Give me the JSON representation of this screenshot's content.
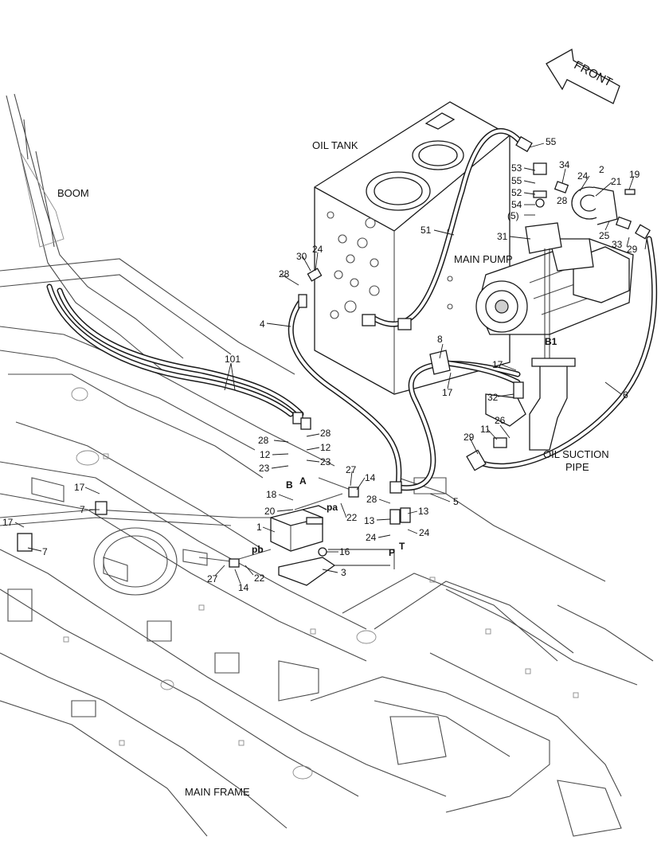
{
  "titles": {
    "oil_tank": "OIL TANK",
    "boom": "BOOM",
    "main_pump": "MAIN PUMP",
    "oil_suction_line1": "OIL SUCTION",
    "oil_suction_line2": "PIPE",
    "main_frame": "MAIN FRAME",
    "front": "FRONT"
  },
  "ports": {
    "A": "A",
    "B": "B",
    "P": "P",
    "T": "T",
    "pa": "pa",
    "pb": "pb",
    "B1": "B1"
  },
  "callouts": [
    "55",
    "53",
    "34",
    "24",
    "2",
    "19",
    "55",
    "21",
    "52",
    "28",
    "54",
    "(5)",
    "51",
    "25",
    "33",
    "31",
    "29",
    "30",
    "24",
    "28",
    "4",
    "101",
    "8",
    "17",
    "17",
    "6",
    "32",
    "26",
    "11",
    "29",
    "28",
    "28",
    "12",
    "12",
    "23",
    "23",
    "27",
    "14",
    "18",
    "20",
    "22",
    "28",
    "13",
    "5",
    "13",
    "1",
    "24",
    "24",
    "17",
    "7",
    "17",
    "7",
    "16",
    "3",
    "27",
    "14",
    "22"
  ],
  "colors": {
    "line": "#1a1a1a",
    "frame": "#4a4a4a",
    "background": "#ffffff"
  }
}
